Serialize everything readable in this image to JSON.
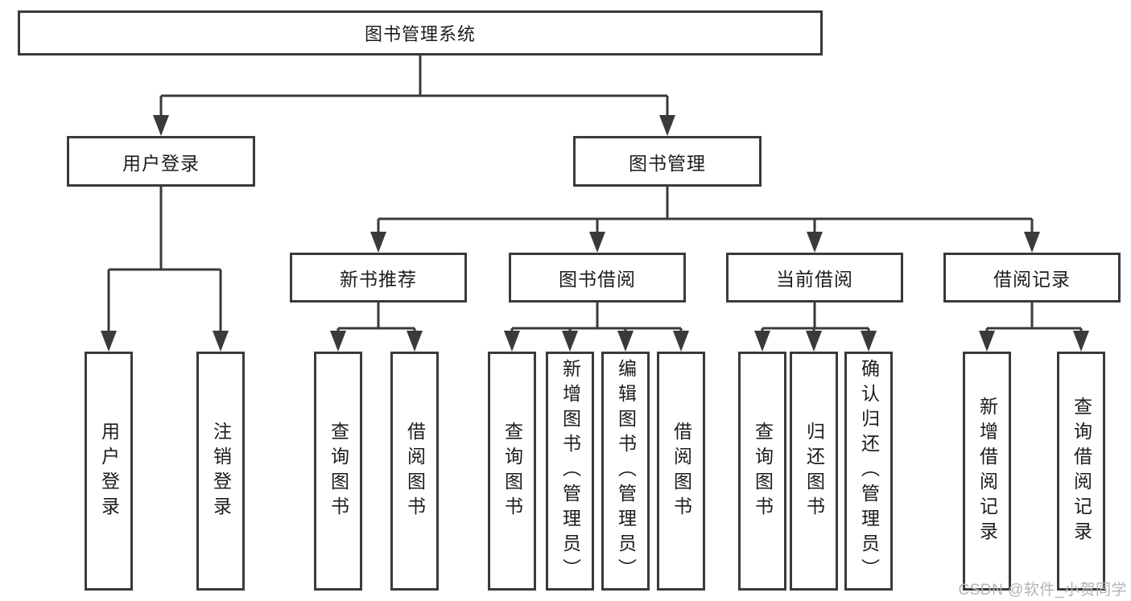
{
  "diagram": {
    "title": "图书管理系统",
    "level2": {
      "user_login": "用户登录",
      "book_mgmt": "图书管理"
    },
    "level3": {
      "new_books": "新书推荐",
      "borrowing": "图书借阅",
      "current": "当前借阅",
      "records": "借阅记录"
    },
    "leaves": {
      "user_login": [
        "用户登录",
        "注销登录"
      ],
      "new_books": [
        "查询图书",
        "借阅图书"
      ],
      "borrowing": [
        "查询图书",
        "新增图书（管理员）",
        "编辑图书（管理员）",
        "借阅图书"
      ],
      "current": [
        "查询图书",
        "归还图书",
        "确认归还（管理员）"
      ],
      "records": [
        "新增借阅记录",
        "查询借阅记录"
      ]
    }
  },
  "watermark": {
    "text": "CSDN @软件_小贺同学"
  },
  "colors": {
    "line": "#3a3a3c",
    "text": "#1c1c1e",
    "box_background": "#ffffff",
    "watermark": "#b3b3b3"
  }
}
